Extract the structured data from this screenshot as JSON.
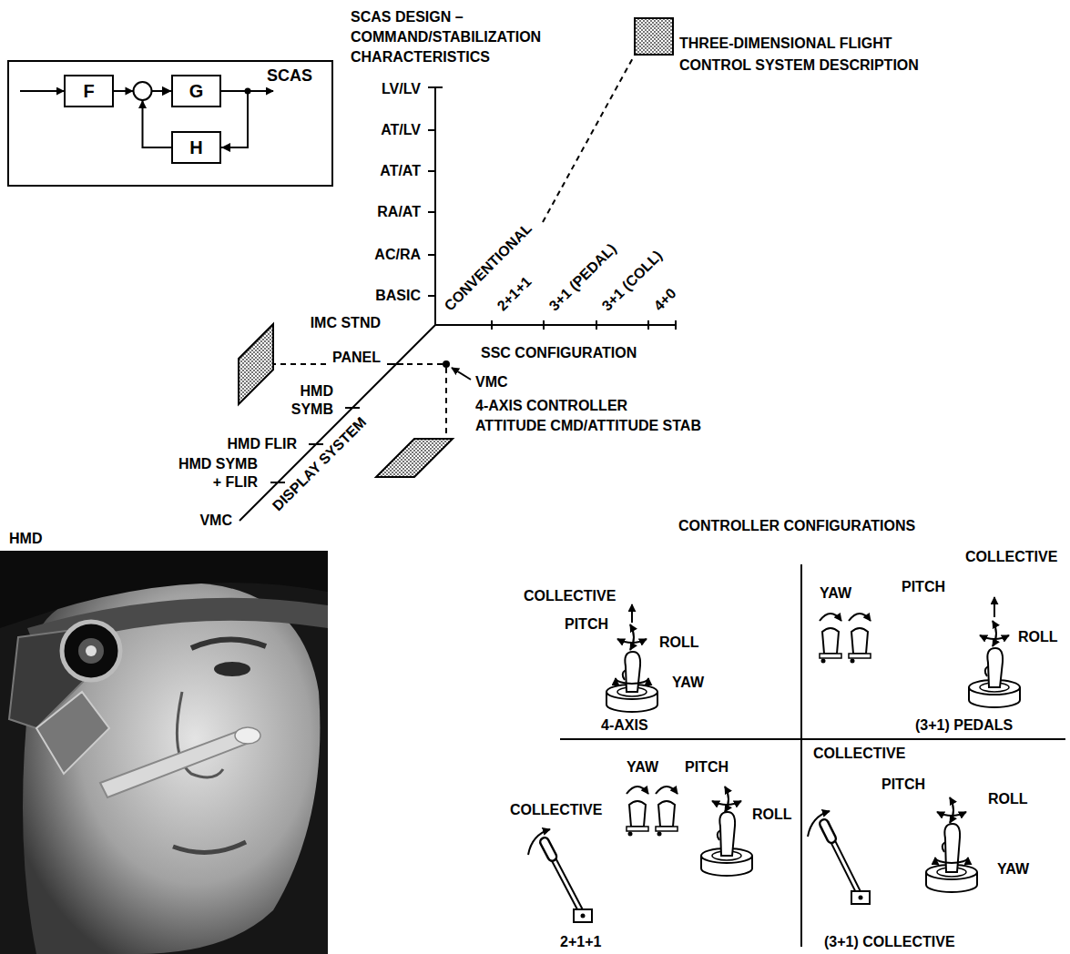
{
  "diagram": {
    "title": "THREE-DIMENSIONAL FLIGHT CONTROL SYSTEM DESCRIPTION",
    "nodes": [
      {
        "text": [
          "SCAS"
        ]
      },
      {
        "text": [
          "F"
        ],
        "in": 0
      },
      {
        "text": [
          "G"
        ],
        "in": 0
      },
      {
        "text": [
          "H"
        ],
        "in": 0
      }
    ],
    "edges": [
      {
        "from": 1,
        "to": 2,
        "arrow": "to"
      },
      {
        "from": 2,
        "to": 3,
        "arrow": "to"
      },
      {
        "from": 3,
        "to": 2,
        "arrow": "to"
      }
    ],
    "labels": [
      "SCAS DESIGN – COMMAND/STABILIZATION CHARACTERISTICS",
      "LV/LV",
      "AT/LV",
      "AT/AT",
      "RA/AT",
      "AC/RA",
      "BASIC",
      "IMC STND PANEL",
      "CONVENTIONAL",
      "2+1+1",
      "3+1 (PEDAL)",
      "3+1 (COLL)",
      "4+0",
      "SSC CONFIGURATION",
      "HMD SYMB",
      "HMD FLIR",
      "HMD SYMB + FLIR",
      "VMC",
      "DISPLAY SYSTEM",
      "VMC",
      "4-AXIS CONTROLLER",
      "ATTITUDE CMD/ATTITUDE STAB",
      "CONTROLLER CONFIGURATIONS",
      "HMD",
      "COLLECTIVE",
      "PITCH",
      "ROLL",
      "YAW",
      "4-AXIS",
      "COLLECTIVE",
      "PITCH",
      "YAW",
      "ROLL",
      "(3+1) PEDALS",
      "YAW",
      "PITCH",
      "COLLECTIVE",
      "ROLL",
      "2+1+1",
      "COLLECTIVE",
      "PITCH",
      "ROLL",
      "YAW",
      "(3+1) COLLECTIVE"
    ]
  }
}
